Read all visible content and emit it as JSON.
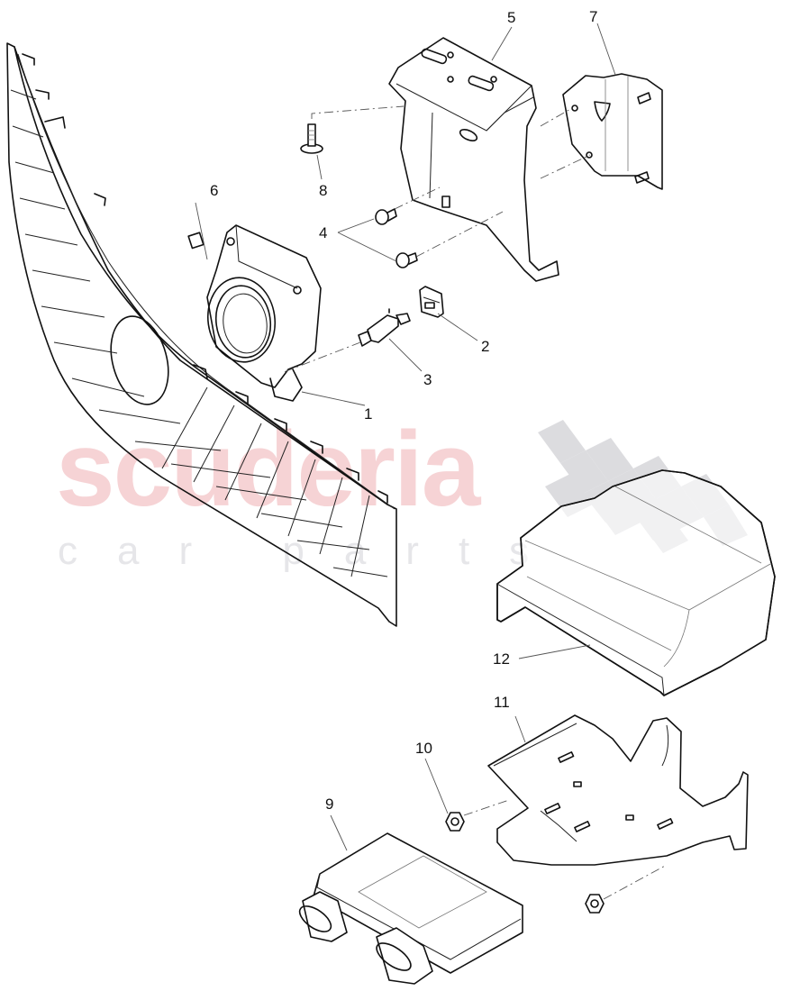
{
  "diagram": {
    "type": "exploded-parts-diagram",
    "watermark": {
      "brand": "scuderia",
      "tagline": "car parts",
      "brand_color": "#f6d3d5",
      "tagline_color": "#e6e6e9",
      "checker_color": "#dcdcdf"
    },
    "callouts": [
      {
        "id": "1",
        "label": "1",
        "part": "parking sensor housing"
      },
      {
        "id": "2",
        "label": "2",
        "part": "connector clip"
      },
      {
        "id": "3",
        "label": "3",
        "part": "connector"
      },
      {
        "id": "4",
        "label": "4",
        "part": "bolts"
      },
      {
        "id": "5",
        "label": "5",
        "part": "mounting bracket"
      },
      {
        "id": "6",
        "label": "6",
        "part": "adhesive pad"
      },
      {
        "id": "7",
        "label": "7",
        "part": "plate with studs"
      },
      {
        "id": "8",
        "label": "8",
        "part": "screw"
      },
      {
        "id": "9",
        "label": "9",
        "part": "control unit"
      },
      {
        "id": "10",
        "label": "10",
        "part": "nut"
      },
      {
        "id": "11",
        "label": "11",
        "part": "control unit bracket"
      },
      {
        "id": "12",
        "label": "12",
        "part": "cover"
      }
    ],
    "parts": [
      {
        "name": "front-grille"
      },
      {
        "name": "sensor-unit"
      },
      {
        "name": "connector"
      },
      {
        "name": "connector-clip"
      },
      {
        "name": "bolt"
      },
      {
        "name": "bracket"
      },
      {
        "name": "pad"
      },
      {
        "name": "stud-plate"
      },
      {
        "name": "screw"
      },
      {
        "name": "control-unit"
      },
      {
        "name": "nut"
      },
      {
        "name": "unit-bracket"
      },
      {
        "name": "cover"
      }
    ]
  }
}
